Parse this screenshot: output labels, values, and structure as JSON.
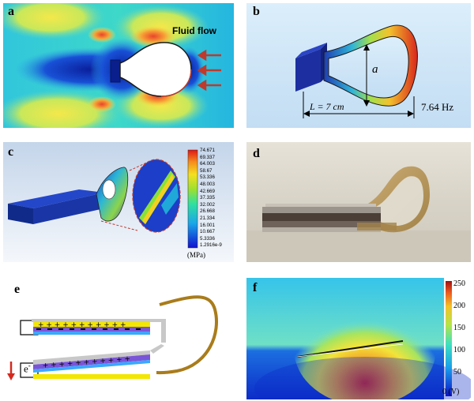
{
  "panels": {
    "a": {
      "label": "a",
      "annotation": "Fluid flow"
    },
    "b": {
      "label": "b",
      "dim_a": "a",
      "length": "L = 7 cm",
      "frequency": "7.64 Hz"
    },
    "c": {
      "label": "c",
      "unit": "(MPa)",
      "colorbar_ticks": [
        "74.671",
        "69.337",
        "64.003",
        "58.67",
        "53.336",
        "48.003",
        "42.669",
        "37.335",
        "32.002",
        "26.668",
        "21.334",
        "16.001",
        "10.667",
        "5.3336",
        "1.2916e-9"
      ]
    },
    "d": {
      "label": "d"
    },
    "e": {
      "label": "e",
      "electron": "e",
      "electron_sup": "-"
    },
    "f": {
      "label": "f",
      "colorbar_ticks": [
        "250",
        "200",
        "150",
        "100",
        "50",
        "0 (V)"
      ]
    }
  },
  "colors": {
    "flow_arrow": "#c0392b",
    "cantilever_brown": "#a97c1b",
    "electrode_yellow": "#f3e600",
    "film_purple": "#7a55d6",
    "charge_blue": "#3aa8ff"
  }
}
